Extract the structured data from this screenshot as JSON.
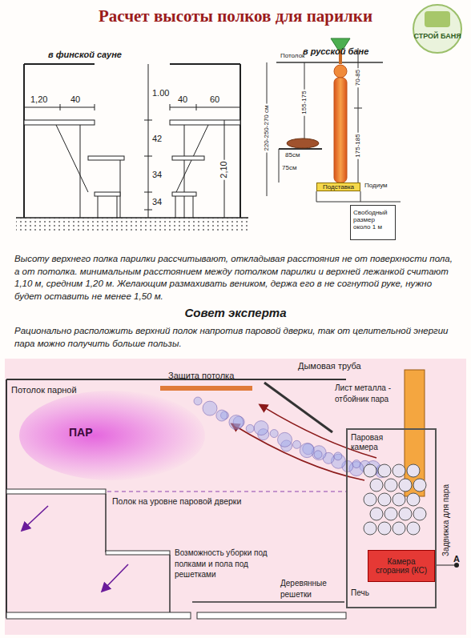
{
  "diagram": {
    "title": "Расчет высоты полков для парилки",
    "nodes": [
      {
        "text": [
          "Подставка"
        ]
      },
      {
        "text": [
          "Свободный размер около 1 м"
        ]
      },
      {
        "text": [
          "Защита потолка"
        ]
      },
      {
        "text": [
          "ПАР"
        ]
      },
      {
        "text": [
          "Паровая камера",
          "Печь"
        ]
      },
      {
        "text": [
          "Камера сгорания (КС)"
        ],
        "in": 4
      }
    ],
    "labels": [
      "СТРОЙ БАНЯ",
      "в финской сауне",
      "в русской бане",
      "1,20",
      "40",
      "1.00",
      "40",
      "60",
      "42",
      "34",
      "2,10",
      "34",
      "Потолок",
      "220-250-270 см",
      "155-175",
      "70-85",
      "175-185",
      "85см",
      "75см",
      "Подиум",
      "Высоту верхнего полка парилки рассчитывают, откладывая расстояния не от поверхности пола, а от потолка. минимальным расстоянием между потолком парилки и верхней лежанкой считают 1,10 м, средним 1,20 м. Желающим размахивать веником, держа его в не согнутой руке, нужно будет оставить не менее 1,50 м.",
      "Совет эксперта",
      "Рационально расположить верхний полок напротив паровой дверки, так от целительной энергии пара можно получить больше пользы.",
      "Дымовая труба",
      "Потолок парной",
      "Лист металла - отбойник пара",
      "Полок на уровне паровой дверки",
      "Возможность уборки под полками и пола под решетками",
      "Деревянные решетки",
      "Задвижка для пара",
      "А"
    ]
  }
}
